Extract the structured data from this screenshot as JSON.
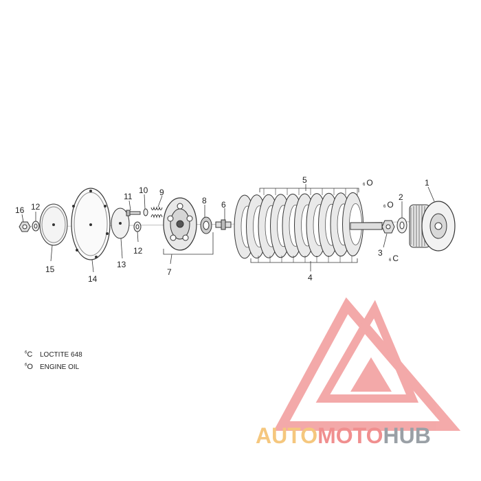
{
  "callouts": {
    "p1": "1",
    "p2": "2",
    "p3": "3",
    "p4": "4",
    "p5": "5",
    "p6": "6",
    "p7": "7",
    "p8": "8",
    "p9": "9",
    "p10": "10",
    "p11": "11",
    "p12a": "12",
    "p12b": "12",
    "p13": "13",
    "p14": "14",
    "p15": "15",
    "p16": "16"
  },
  "symbols": {
    "loctite": "C",
    "oil": "O"
  },
  "legend": [
    {
      "symbol": "C",
      "text": "LOCTITE 648"
    },
    {
      "symbol": "O",
      "text": "ENGINE OIL"
    }
  ],
  "watermark": {
    "part1": "AUTO",
    "part2": "MOTO",
    "part3": "HUB",
    "colors": {
      "auto": "#f5c77e",
      "moto": "#f08f8f",
      "hub": "#9aa0a6",
      "logo": "#f29b9b"
    }
  }
}
